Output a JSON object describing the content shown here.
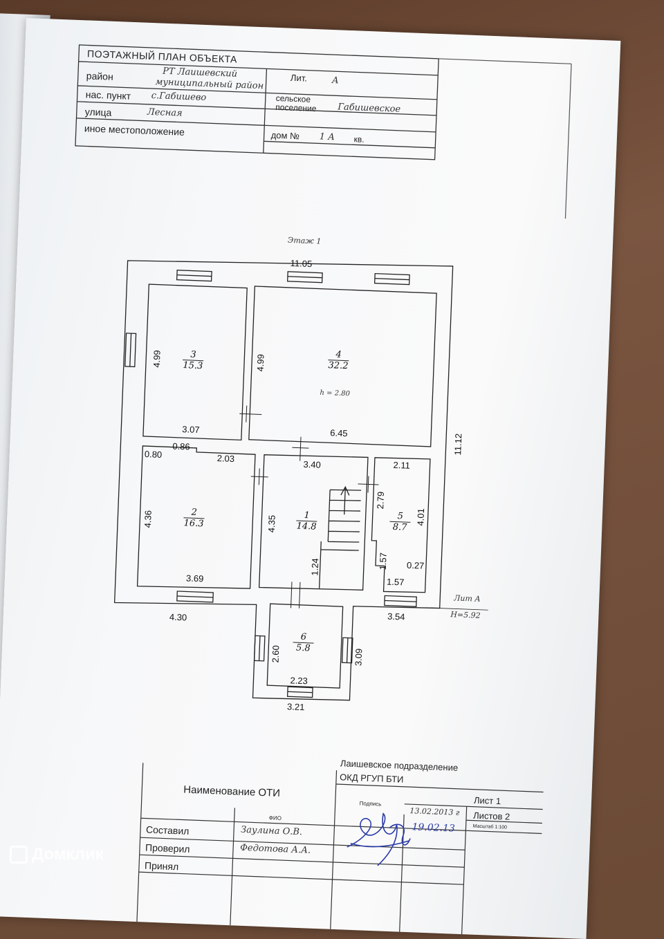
{
  "header": {
    "title": "ПОЭТАЖНЫЙ ПЛАН ОБЪЕКТА",
    "lit_label": "Лит.",
    "lit_value": "А",
    "rayon_label": "район",
    "rayon_value_line1": "РТ Лаишевский",
    "rayon_value_line2": "муниципальный район",
    "sp_label_line1": "сельское",
    "sp_label_line2": "поселение",
    "sp_value": "Габишевское",
    "punkt_label": "нас. пункт",
    "punkt_value": "с.Габишево",
    "street_label": "улица",
    "street_value": "Лесная",
    "other_label": "иное местоположение",
    "house_label": "дом №",
    "house_value": "1 А",
    "kv_label": "кв."
  },
  "plan": {
    "floor_label": "Этаж 1",
    "height_note": "h = 2.80",
    "lit_note": "Лит А",
    "lit_height": "H=5.92",
    "rooms": [
      {
        "num": "1",
        "area": "14.8"
      },
      {
        "num": "2",
        "area": "16.3"
      },
      {
        "num": "3",
        "area": "15.3"
      },
      {
        "num": "4",
        "area": "32.2"
      },
      {
        "num": "5",
        "area": "8.7"
      },
      {
        "num": "6",
        "area": "5.8"
      }
    ],
    "dims": {
      "top": "11.05",
      "right": "11.12",
      "r3_h": "4.99",
      "r3_w": "3.07",
      "r4_h": "4.99",
      "r4_w": "6.45",
      "r2_a": "0.80",
      "r2_b": "0.86",
      "r2_c": "2.03",
      "r2_h": "4.36",
      "r2_w": "3.69",
      "r1_w": "3.40",
      "r1_h": "4.35",
      "r1_s": "1.24",
      "r5_w": "2.11",
      "r5_a": "2.79",
      "r5_h": "4.01",
      "r5_b": "1.57",
      "r5_c": "0.27",
      "r5_d": "1.57",
      "bot_l": "4.30",
      "bot_r": "3.54",
      "r6_h": "2.60",
      "r6_h2": "3.09",
      "r6_w": "2.23",
      "r6_ext": "3.21"
    }
  },
  "footer": {
    "org_line1": "Лаишевское подразделение",
    "org_line2": "ОКД  РГУП БТИ",
    "oti_label": "Наименование ОТИ",
    "fio_label": "ФИО",
    "sign_label": "Подпись",
    "date1": "13.02.2013 г",
    "date2": "19.02.13",
    "sheet_label": "Лист 1",
    "sheets_label": "Листов 2",
    "scale_label": "Масштаб 1:100",
    "sostavil_label": "Составил",
    "sostavil_value": "Заулина О.В.",
    "proveril_label": "Проверил",
    "proveril_value": "Федотова А.А.",
    "prinyal_label": "Принял"
  },
  "watermark": {
    "text": "Домклик",
    "icon": "domclick-house-icon"
  }
}
